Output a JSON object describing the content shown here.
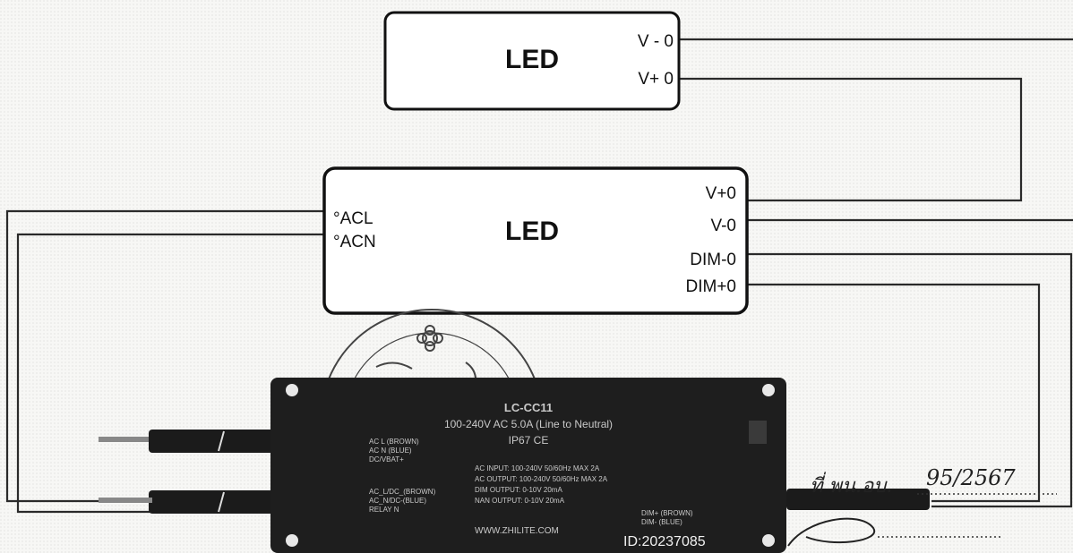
{
  "led_top": {
    "label": "LED",
    "terminals": [
      "V - 0",
      "V+ 0"
    ]
  },
  "led_main": {
    "label": "LED",
    "inputs": [
      "°ACL",
      "°ACN"
    ],
    "terminals": [
      "V+0",
      "V-0",
      "DIM-0",
      "DIM+0"
    ]
  },
  "controller": {
    "model": "LC-CC11",
    "rating": "100-240V AC 5.0A (Line to Neutral)",
    "ip_line": "IP67  CE",
    "left_notes": [
      "AC L (BROWN)",
      "AC N (BLUE)",
      "DC/VBAT+",
      "AC_L/DC_(BROWN)",
      "AC_N/DC-(BLUE)",
      "RELAY N"
    ],
    "specs": [
      "AC INPUT: 100-240V 50/60Hz MAX 2A",
      "AC OUTPUT: 100-240V 50/60Hz MAX 2A",
      "DIM OUTPUT: 0-10V 20mA",
      "NAN OUTPUT: 0-10V 20mA"
    ],
    "website": "WWW.ZHILITE.COM",
    "right_notes": [
      "DIM+ (BROWN)",
      "DIM- (BLUE)"
    ],
    "id_text": "ID:20237085"
  },
  "handwriting": {
    "prefix": "ที่ พน.อบ.",
    "number": "95/2567"
  },
  "colors": {
    "wire": "#2a2a2a",
    "box_fill": "#ffffff",
    "controller_body": "#1e1e1e",
    "stamp": "#444444"
  }
}
